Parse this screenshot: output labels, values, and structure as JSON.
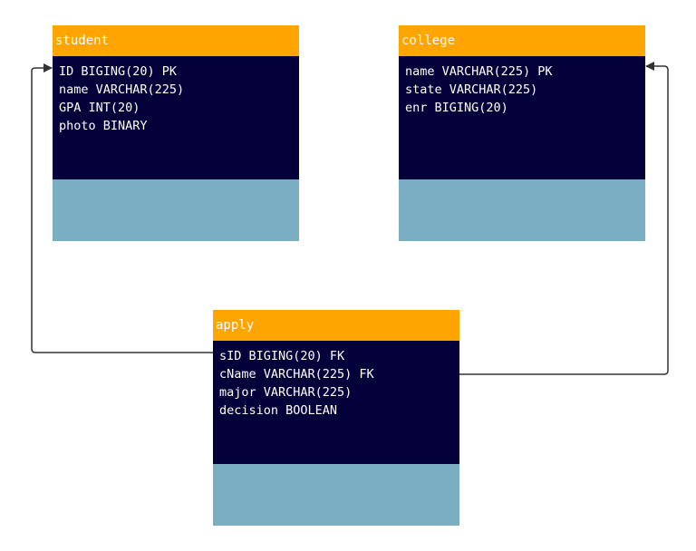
{
  "entities": {
    "student": {
      "title": "student",
      "attributes": [
        "ID BIGING(20) PK",
        "name VARCHAR(225)",
        "GPA INT(20)",
        "photo BINARY"
      ]
    },
    "college": {
      "title": "college",
      "attributes": [
        "name VARCHAR(225) PK",
        "state VARCHAR(225)",
        "enr BIGING(20)"
      ]
    },
    "apply": {
      "title": "apply",
      "attributes": [
        "sID BIGING(20) FK",
        "cName VARCHAR(225) FK",
        "major VARCHAR(225)",
        "decision BOOLEAN"
      ]
    }
  },
  "relationships": [
    {
      "from": "apply.sID",
      "to": "student.ID"
    },
    {
      "from": "apply.cName",
      "to": "college.name"
    }
  ],
  "colors": {
    "header": "#ffa500",
    "body": "#04003a",
    "footer": "#7aafc3",
    "connector": "#333333"
  }
}
